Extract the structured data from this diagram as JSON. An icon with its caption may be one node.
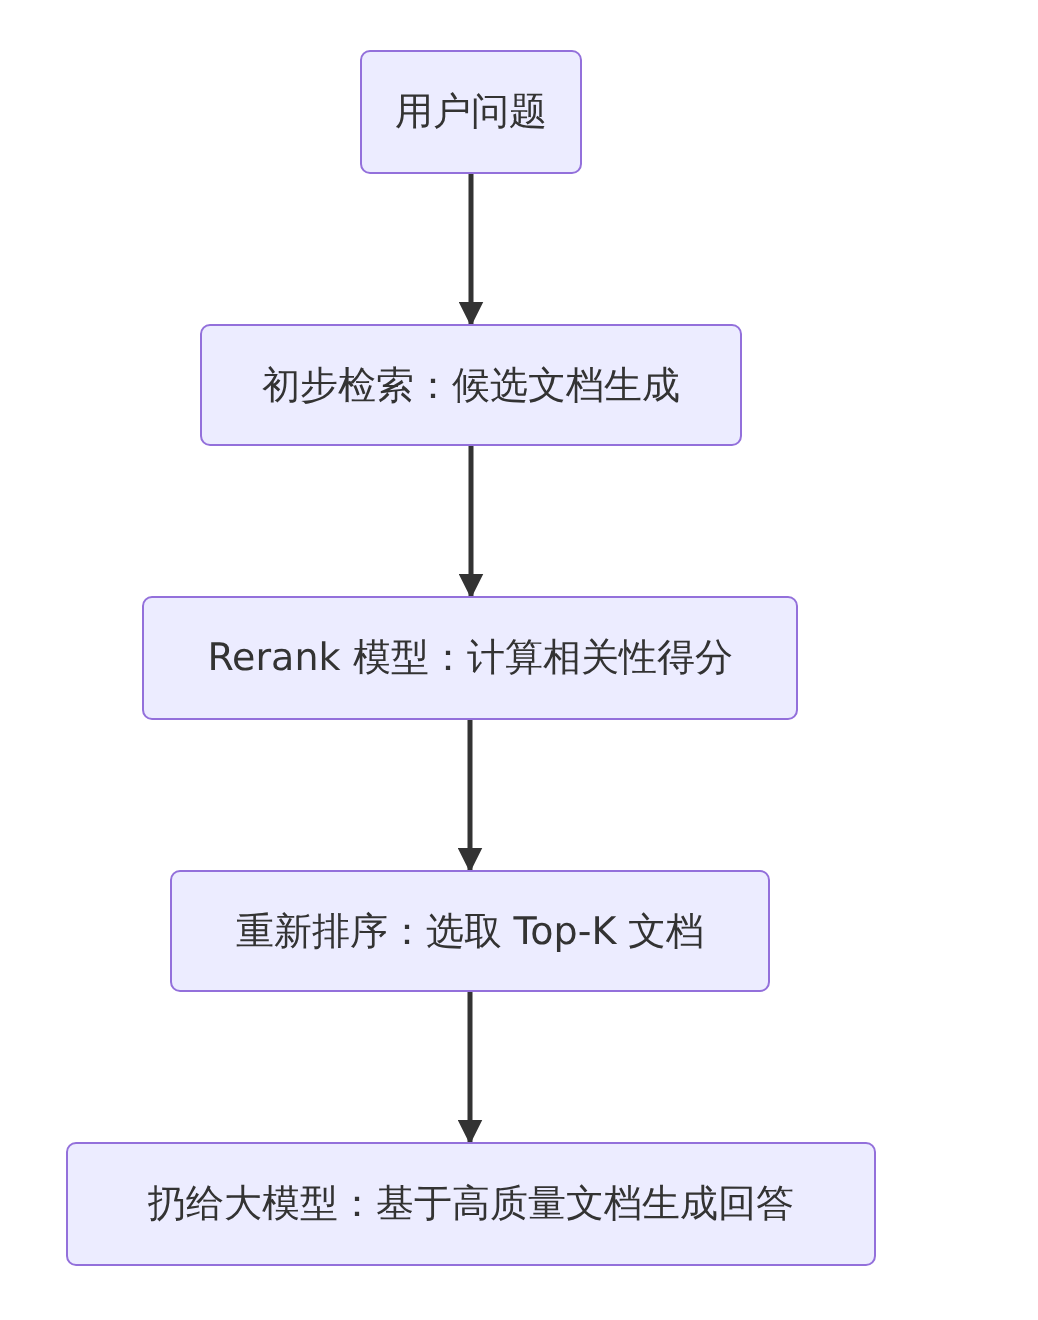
{
  "diagram": {
    "nodes": [
      {
        "text": [
          "用户问题"
        ]
      },
      {
        "text": [
          "初步检索：候选文档生成"
        ]
      },
      {
        "text": [
          "Rerank 模型：计算相关性得分"
        ]
      },
      {
        "text": [
          "重新排序：选取 Top-K 文档"
        ]
      },
      {
        "text": [
          "扔给大模型：基于高质量文档生成回答"
        ]
      }
    ],
    "edges": [
      {
        "from": 0,
        "to": 1,
        "arrow": "to"
      },
      {
        "from": 1,
        "to": 2,
        "arrow": "to"
      },
      {
        "from": 2,
        "to": 3,
        "arrow": "to"
      },
      {
        "from": 3,
        "to": 4,
        "arrow": "to"
      }
    ]
  }
}
